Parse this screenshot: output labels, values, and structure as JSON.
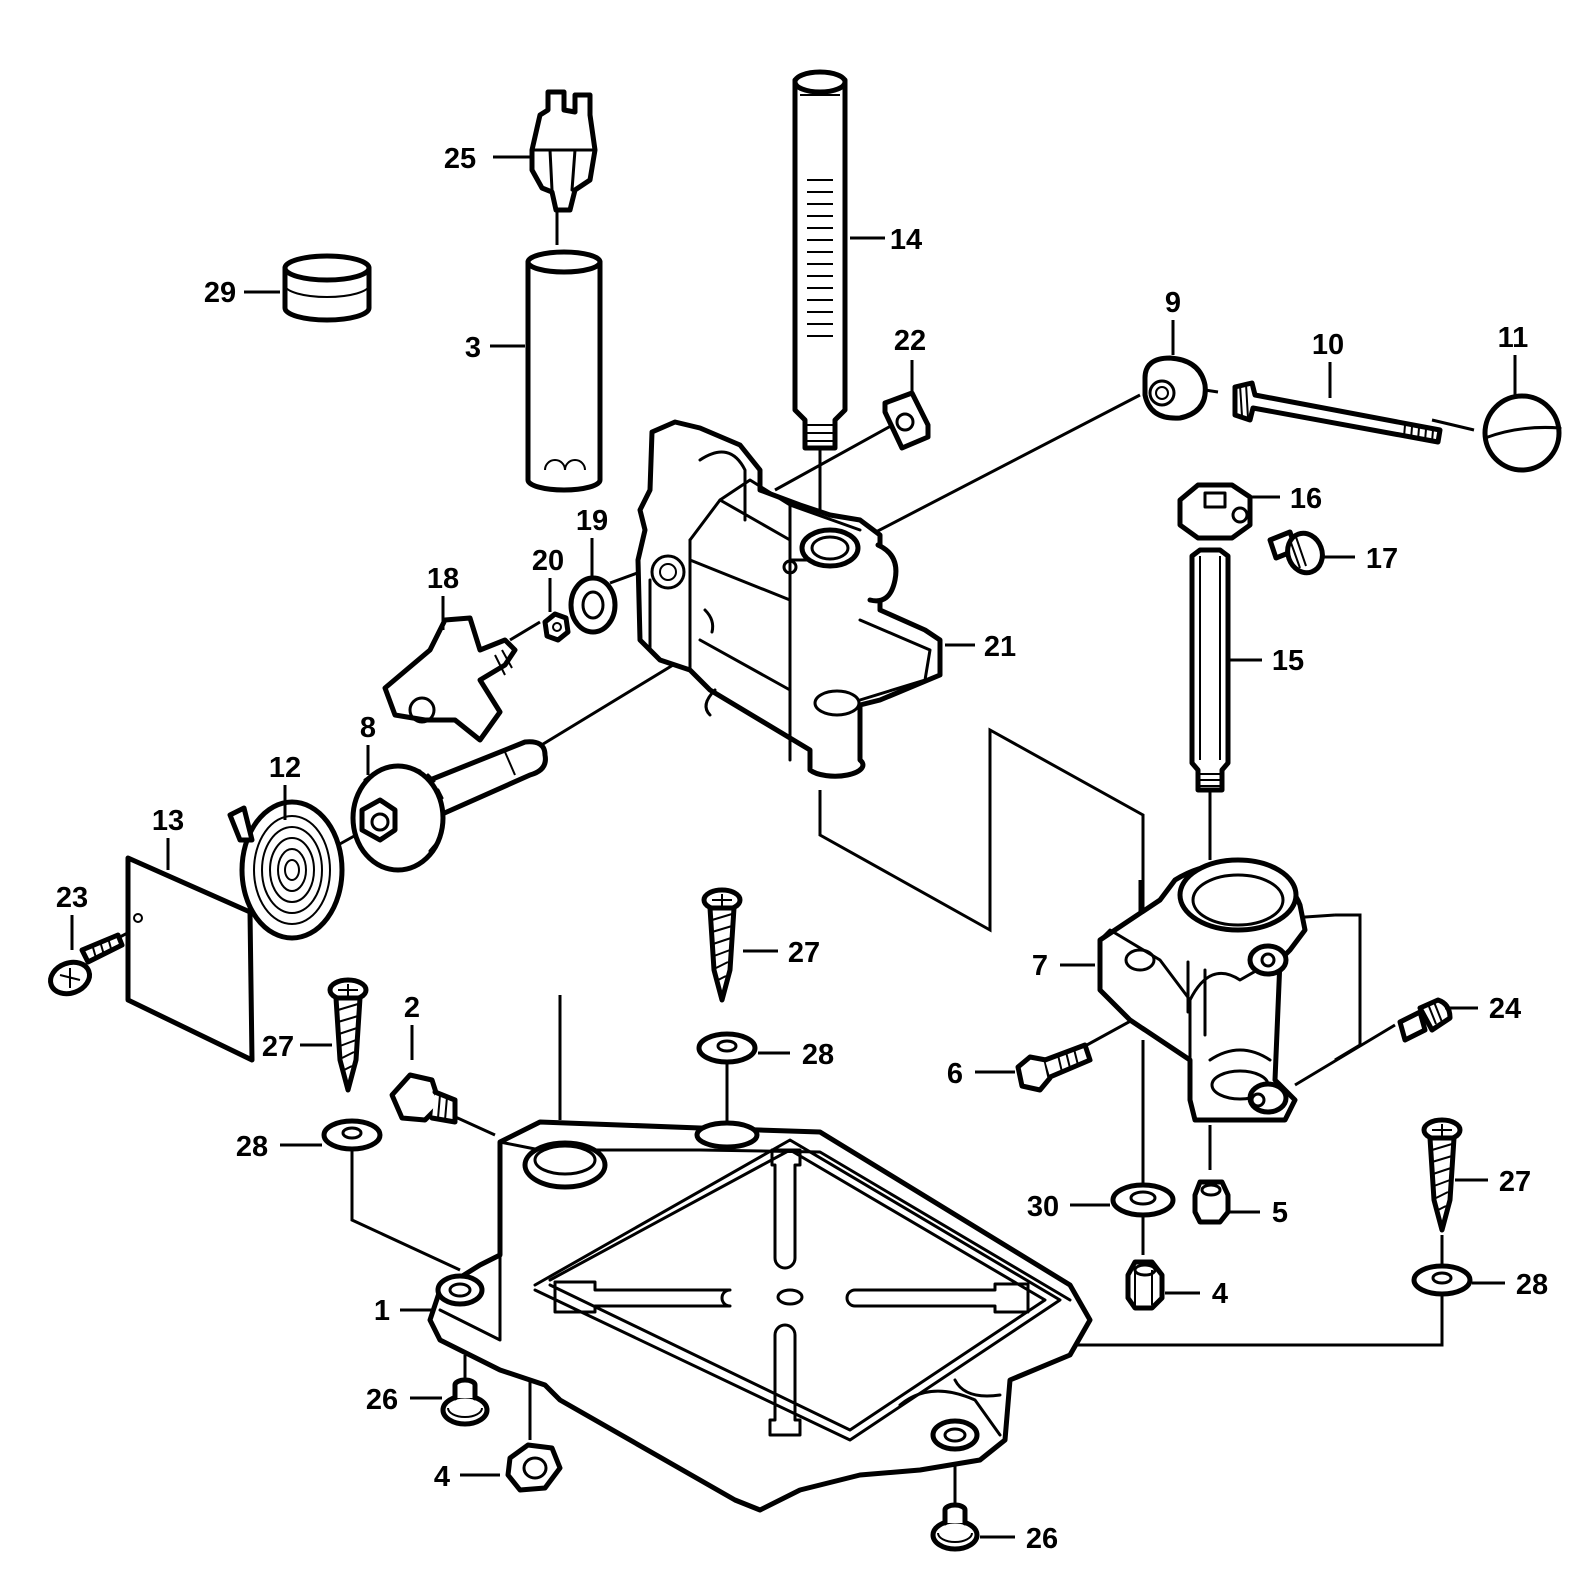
{
  "callouts": {
    "c1": "1",
    "c2": "2",
    "c3": "3",
    "c4a": "4",
    "c4b": "4",
    "c5": "5",
    "c6": "6",
    "c7": "7",
    "c8": "8",
    "c9": "9",
    "c10": "10",
    "c11": "11",
    "c12": "12",
    "c13": "13",
    "c14": "14",
    "c15": "15",
    "c16": "16",
    "c17": "17",
    "c18": "18",
    "c19": "19",
    "c20": "20",
    "c21": "21",
    "c22": "22",
    "c23": "23",
    "c24": "24",
    "c25": "25",
    "c26a": "26",
    "c26b": "26",
    "c27a": "27",
    "c27b": "27",
    "c27c": "27",
    "c28a": "28",
    "c28b": "28",
    "c28c": "28",
    "c29": "29",
    "c30": "30"
  },
  "colors": {
    "line": "#000000",
    "background": "#ffffff"
  }
}
